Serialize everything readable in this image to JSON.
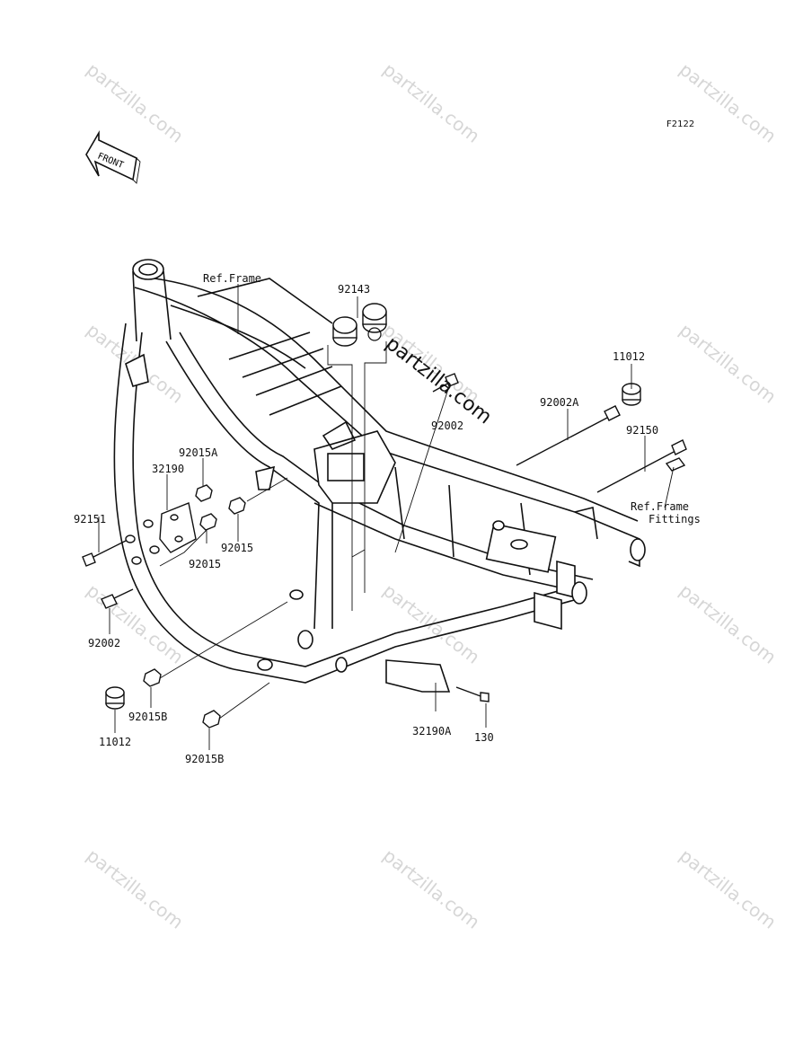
{
  "figure_code": "F2122",
  "front_arrow_label": "FRONT",
  "center_watermark": "partzilla.com",
  "watermarks": [
    "partzilla.com",
    "partzilla.com",
    "partzilla.com",
    "partzilla.com",
    "partzilla.com",
    "partzilla.com",
    "partzilla.com",
    "partzilla.com",
    "partzilla.com",
    "partzilla.com",
    "partzilla.com",
    "partzilla.com"
  ],
  "callouts": {
    "ref_frame": "Ref.Frame",
    "p92143": "92143",
    "p11012_top": "11012",
    "p92002_center": "92002",
    "p92002A": "92002A",
    "p92150": "92150",
    "ref_frame_fittings_1": "Ref.Frame",
    "ref_frame_fittings_2": "Fittings",
    "p92015A": "92015A",
    "p32190": "32190",
    "p92151": "92151",
    "p92015_right": "92015",
    "p92015_left": "92015",
    "p92002_left": "92002",
    "p11012_bottom": "11012",
    "p92015B_1": "92015B",
    "p92015B_2": "92015B",
    "p32190A": "32190A",
    "p130": "130"
  }
}
